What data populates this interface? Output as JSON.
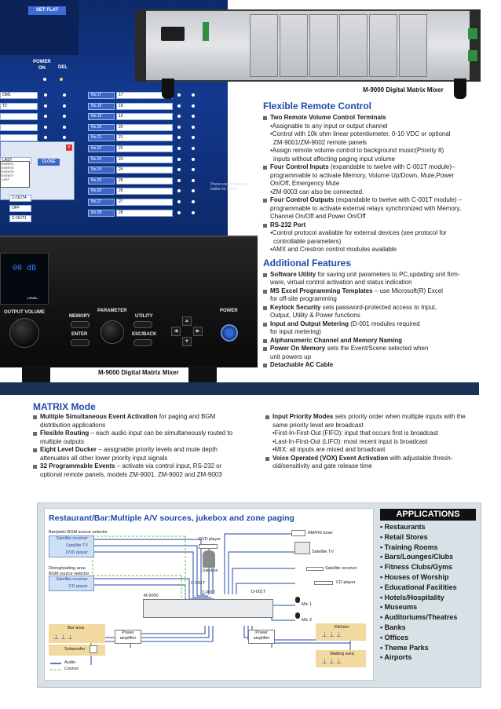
{
  "software_screen": {
    "set_flat": "SET FLAT",
    "power_on": "POWER\nON",
    "del": "DEL",
    "left_rows": [
      "OM1",
      "T2",
      "",
      "",
      "",
      "",
      "",
      ""
    ],
    "channels": [
      "No.17",
      "No.18",
      "No.19",
      "No.20",
      "No.21",
      "No.22",
      "No.23",
      "No.24",
      "No.25",
      "No.26",
      "No.27",
      "No.28"
    ],
    "channel_values": [
      "17",
      "18",
      "19",
      "20",
      "21",
      "22",
      "23",
      "24",
      "25",
      "26",
      "27",
      "28"
    ],
    "popup_select": "LAST",
    "close": "CLOSE",
    "events": [
      "EVENT1",
      "EVENT2",
      "EVENT5",
      "EVENT7",
      "LAST"
    ],
    "outs": [
      "C-OUT4",
      "OFF",
      "C-OUT1"
    ],
    "press_note": "Press scene memory button to select"
  },
  "rack": {
    "caption": "M-9000 Digital Matrix Mixer"
  },
  "front_panel": {
    "display": "00 dB",
    "output_volume": "OUTPUT VOLUME",
    "parameter": "PARAMETER",
    "memory": "MEMORY",
    "utility": "UTILITY",
    "enter": "ENTER",
    "esc_back": "ESC/BACK",
    "power": "POWER",
    "level": "LEVEL",
    "caption": "M-9000 Digital Matrix Mixer"
  },
  "remote_control": {
    "title": "Flexible Remote Control",
    "items": [
      {
        "bold": "Two Remote Volume Control Terminals",
        "text": "",
        "subs": [
          "•Assignable to any input or output channel",
          "•Control with 10k ohm linear potentiometer, 0-10 VDC or optional",
          " ZM-9001/ZM-9002 remote panels",
          "•Assign remote volume control to background music(Priority 8)",
          " inputs without affecting paging input volume"
        ]
      },
      {
        "bold": "Four Control Inputs",
        "text": " (expandable to twelve with C-001T module)–",
        "subs": [
          "programmable to activate Memory, Volume Up/Down, Mute,Power",
          "On/Off, Emergency Mute",
          "•ZM-9003 can also be connected."
        ]
      },
      {
        "bold": "Four Control Outputs",
        "text": " (expandable to twelve with C-001T module) –",
        "subs": [
          "programmable to activate external relays synchronized with Memory,",
          "Channel On/Off and Power On/Off"
        ]
      },
      {
        "bold": "RS-232 Port",
        "text": "",
        "subs": [
          "•Control protocol available for external devices (see protocol for",
          " controllable parameters)",
          "•AMX and Crestron control modules available"
        ]
      }
    ]
  },
  "additional_features": {
    "title": "Additional Features",
    "items": [
      {
        "bold": "Software Utility",
        "text": " for saving unit parameters to PC,updating unit firm-",
        "subs": [
          "ware, virtual control activation and status indication"
        ]
      },
      {
        "bold": "MS Excel Programming Templates",
        "text": " – use Microsoft(R) Excel",
        "subs": [
          "for off-site programming"
        ]
      },
      {
        "bold": "Keylock Security",
        "text": " sets password-protected access to Input,",
        "subs": [
          "Output, Utility & Power functions"
        ]
      },
      {
        "bold": "Input and Output Metering",
        "text": " (D-001 modules required",
        "subs": [
          "for input metering)"
        ]
      },
      {
        "bold": "Alphanumeric Channel and Memory Naming",
        "text": "",
        "subs": []
      },
      {
        "bold": "Power On Memory",
        "text": " sets the Event/Scene selected when",
        "subs": [
          "unit powers up"
        ]
      },
      {
        "bold": "Detachable AC Cable",
        "text": "",
        "subs": []
      }
    ]
  },
  "matrix_mode": {
    "title": "MATRIX Mode",
    "left": [
      {
        "bold": "Multiple Simultaneous Event Activation",
        "text": " for paging and BGM",
        "subs": [
          "distribution applications"
        ]
      },
      {
        "bold": "Flexible Routing",
        "text": " – each audio input can be simultaneously routed to",
        "subs": [
          "multiple outputs"
        ]
      },
      {
        "bold": "Eight Level Ducker",
        "text": " – assignable priority levels and mute depth",
        "subs": [
          "attenuates all other lower priority input signals"
        ]
      },
      {
        "bold": "32 Programmable Events",
        "text": " – activate via control input, RS-232 or",
        "subs": [
          "optional remote panels, models ZM-9001, ZM-9002 and ZM-9003"
        ]
      }
    ],
    "right": [
      {
        "bold": "Input Priority Modes",
        "text": " sets priority order when multiple inputs with the",
        "subs": [
          "same priority level are broadcast",
          "•First-In-First-Out (FIFO): input that occurs first is broadcast",
          "•Last-In-First-Out (LIFO): most recent input is broadcast",
          "•MIX: all inputs are mixed and broadcast"
        ]
      },
      {
        "bold": "Voice Operated (VOX) Event Activation",
        "text": " with adjustable thresh-",
        "subs": [
          "old/sensitivity and gate release time"
        ]
      }
    ]
  },
  "diagram": {
    "title": "Restaurant/Bar:Multiple A/V sources, jukebox and zone paging",
    "bar_patio_label": "Bar/patio BGM source selector",
    "bar_sources": [
      "Satellite receiver",
      "Satellite TV",
      "DVD player"
    ],
    "dining_label": "Dining/waiting area\nBGM source selector",
    "dining_sources": [
      "Satellite receiver",
      "CD player"
    ],
    "dvd_player": "DVD player",
    "jukebox": "Jukebox",
    "am_fm": "AM/FM tuner",
    "satellite_tv": "Satellite TV",
    "satellite_receiver": "Satellite receiver",
    "cd_player": "CD player",
    "c001t": "C-001T",
    "t001t": "T-001T",
    "d001t": "D-001T",
    "m9000": "M-9000",
    "mic1": "Mic 1",
    "mic2": "Mic 2",
    "bar_area": "Bar area",
    "power_amp": "Power\namplifier",
    "subwoofer": "Subwoofer",
    "kitchen": "Kitchen",
    "waiting_area": "Waiting area",
    "legend_audio": "Audio",
    "legend_control": "Control"
  },
  "applications": {
    "title": "APPLICATIONS",
    "items": [
      "Restaurants",
      "Retail Stores",
      "Training Rooms",
      "Bars/Lounges/Clubs",
      "Fitness Clubs/Gyms",
      "Houses of Worship",
      "Educational Facilities",
      "Hotels/Hospitality",
      "Museums",
      "Auditoriums/Theatres",
      "Banks",
      "Offices",
      "Theme Parks",
      "Airports"
    ]
  },
  "colors": {
    "heading_blue": "#1f4aa8",
    "band_navy": "#1b3158",
    "diagram_bg": "#d7e1e6"
  }
}
